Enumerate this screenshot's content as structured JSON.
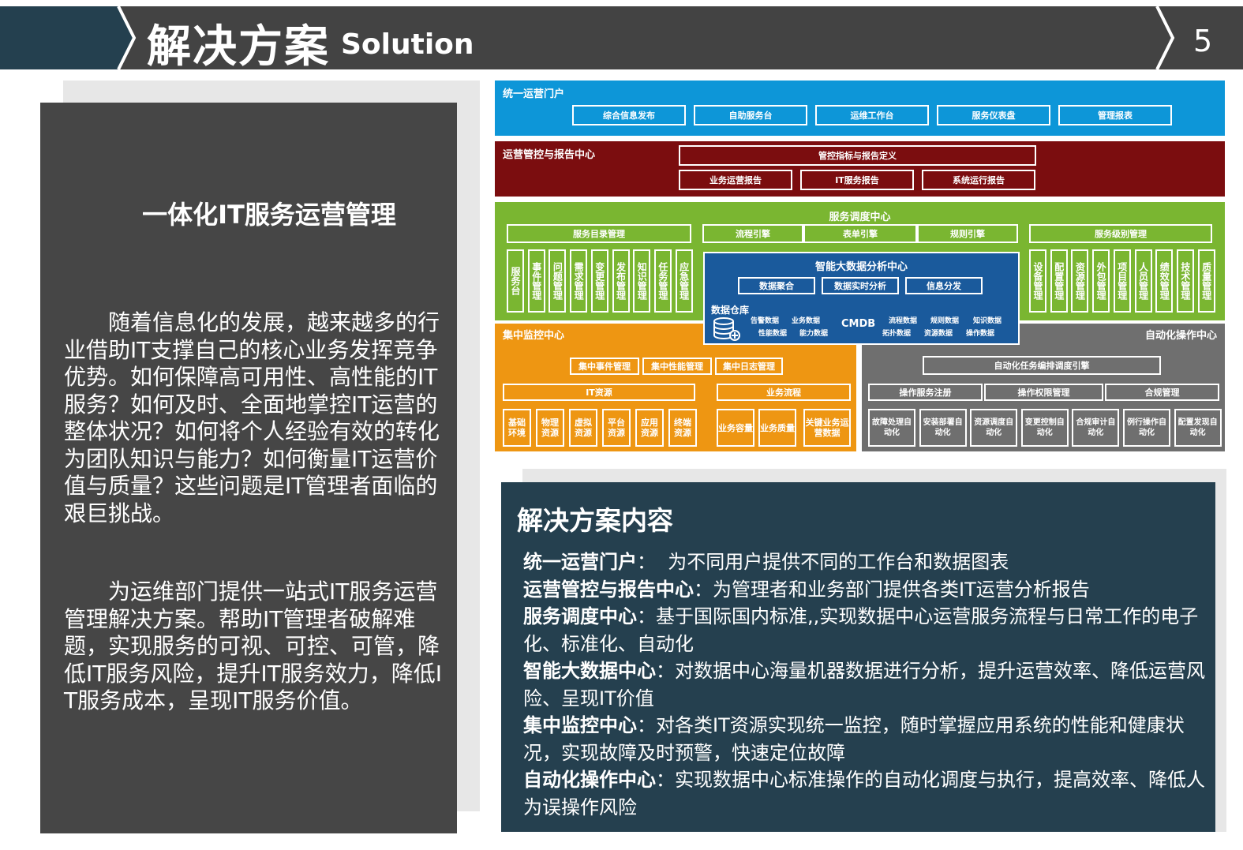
{
  "header": {
    "title_cn": "解决方案",
    "title_en": "Solution",
    "page_number": "5"
  },
  "left_panel": {
    "title": "一体化IT服务运营管理",
    "paragraph1": "随着信息化的发展，越来越多的行业借助IT支撑自己的核心业务发挥竞争优势。如何保障高可用性、高性能的IT服务？如何及时、全面地掌控IT运营的整体状况？如何将个人经验有效的转化为团队知识与能力？如何衡量IT运营价值与质量？这些问题是IT管理者面临的艰巨挑战。",
    "paragraph2": "为运维部门提供一站式IT服务运营管理解决方案。帮助IT管理者破解难题，实现服务的可视、可控、可管，降低IT服务风险，提升IT服务效力，降低IT服务成本，呈现IT服务价值。"
  },
  "diagram": {
    "colors": {
      "blue": "#0d96d8",
      "red": "#7b0d0f",
      "green": "#7ab631",
      "navy": "#1a5a9c",
      "orange": "#ee9612",
      "gray": "#6f6f6f"
    },
    "portal": {
      "label": "统一运营门户",
      "items": [
        "综合信息发布",
        "自助服务台",
        "运维工作台",
        "服务仪表盘",
        "管理报表"
      ]
    },
    "report_center": {
      "label": "运营管控与报告中心",
      "top": "管控指标与报告定义",
      "items": [
        "业务运营报告",
        "IT服务报告",
        "系统运行报告"
      ]
    },
    "dispatch_center": {
      "label": "服务调度中心",
      "catalog": "服务目录管理",
      "engines": [
        "流程引擎",
        "表单引擎",
        "规则引擎"
      ],
      "sla": "服务级别管理",
      "left_columns": [
        "服务台",
        "事件管理",
        "问题管理",
        "需求管理",
        "变更管理",
        "发布管理",
        "知识管理",
        "任务管理",
        "应急管理"
      ],
      "right_columns": [
        "设备管理",
        "配置管理",
        "资源管理",
        "外包管理",
        "项目管理",
        "人员管理",
        "绩效管理",
        "技术管理",
        "质量管理"
      ]
    },
    "bigdata_center": {
      "label": "智能大数据分析中心",
      "items": [
        "数据聚合",
        "数据实时分析",
        "信息分发"
      ],
      "warehouse": "数据仓库",
      "data_left": [
        "告警数据",
        "业务数据",
        "性能数据",
        "能力数据"
      ],
      "cmdb": "CMDB",
      "data_right": [
        "流程数据",
        "规则数据",
        "知识数据",
        "拓扑数据",
        "资源数据",
        "操作数据"
      ]
    },
    "monitor_center": {
      "label": "集中监控中心",
      "top_items": [
        "集中事件管理",
        "集中性能管理",
        "集中日志管理"
      ],
      "it_resources": "IT资源",
      "business_flow": "业务流程",
      "resource_items": [
        "基础环境",
        "物理资源",
        "虚拟资源",
        "平台资源",
        "应用资源",
        "终端资源"
      ],
      "flow_items": [
        "业务容量",
        "业务质量",
        "关键业务运营数据"
      ]
    },
    "automation_center": {
      "label": "自动化操作中心",
      "engine": "自动化任务编排调度引擎",
      "mid_items": [
        "操作服务注册",
        "操作权限管理",
        "合规管理"
      ],
      "bottom_items": [
        "故障处理自动化",
        "安装部署自动化",
        "资源调度自动化",
        "变更控制自动化",
        "合规审计自动化",
        "例行操作自动化",
        "配置发现自动化"
      ]
    }
  },
  "right_panel": {
    "title": "解决方案内容",
    "items": [
      {
        "term": "统一运营门户",
        "sep": "：  ",
        "desc": "为不同用户提供不同的工作台和数据图表"
      },
      {
        "term": "运营管控与报告中心",
        "sep": "：",
        "desc": "为管理者和业务部门提供各类IT运营分析报告"
      },
      {
        "term": "服务调度中心",
        "sep": "：",
        "desc": "基于国际国内标准,,实现数据中心运营服务流程与日常工作的电子化、标准化、自动化"
      },
      {
        "term": "智能大数据中心",
        "sep": "：",
        "desc": "对数据中心海量机器数据进行分析，提升运营效率、降低运营风险、呈现IT价值"
      },
      {
        "term": "集中监控中心",
        "sep": "：",
        "desc": "对各类IT资源实现统一监控，随时掌握应用系统的性能和健康状况，实现故障及时预警，快速定位故障"
      },
      {
        "term": "自动化操作中心",
        "sep": "：",
        "desc": "实现数据中心标准操作的自动化调度与执行，提高效率、降低人为误操作风险"
      }
    ]
  }
}
